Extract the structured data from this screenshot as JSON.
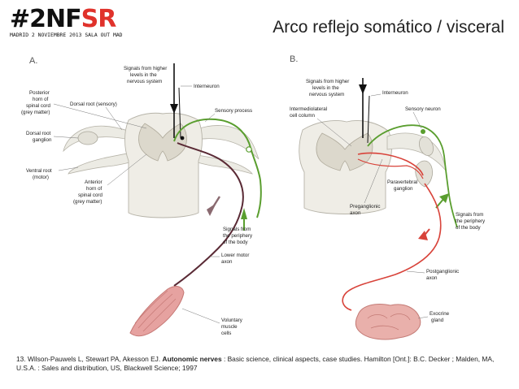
{
  "logo": {
    "prefix": "#2NF",
    "accent": "SR",
    "subtitle": "MADRID 2 NOVIEMBRE 2013 SALA OUT MAD",
    "accent_color": "#e0322b"
  },
  "title": "Arco reflejo somático / visceral",
  "panel_a": {
    "letter": "A.",
    "labels": {
      "signals_line1": "Signals from higher",
      "signals_line2": "levels in the",
      "signals_line3": "nervous system",
      "interneuron": "Interneuron",
      "posterior_line1": "Posterior",
      "posterior_line2": "horn of",
      "posterior_line3": "spinal cord",
      "posterior_line4": "(grey matter)",
      "dorsal_root": "Dorsal root (sensory)",
      "sensory_process": "Sensory process",
      "ganglion_line1": "Dorsal root",
      "ganglion_line2": "ganglion",
      "ventral_line1": "Ventral root",
      "ventral_line2": "(motor)",
      "anterior_line1": "Anterior",
      "anterior_line2": "horn of",
      "anterior_line3": "spinal cord",
      "anterior_line4": "(grey matter)",
      "periphery_line1": "Signals from",
      "periphery_line2": "the periphery",
      "periphery_line3": "of the body",
      "lower_line1": "Lower motor",
      "lower_line2": "axon",
      "muscle_line1": "Voluntary",
      "muscle_line2": "muscle",
      "muscle_line3": "cells"
    }
  },
  "panel_b": {
    "letter": "B.",
    "labels": {
      "signals_line1": "Signals from higher",
      "signals_line2": "levels in the",
      "signals_line3": "nervous system",
      "interneuron": "Interneuron",
      "intermedio_line1": "Intermediolateral",
      "intermedio_line2": "cell column",
      "sensory_neuron": "Sensory neuron",
      "paravertebral_line1": "Paravertebral",
      "paravertebral_line2": "ganglion",
      "preganglionic_line1": "Preganglionic",
      "preganglionic_line2": "axon",
      "periphery_line1": "Signals from",
      "periphery_line2": "the periphery",
      "periphery_line3": "of the body",
      "postganglionic_line1": "Postganglionic",
      "postganglionic_line2": "axon",
      "exocrine_line1": "Exocrine",
      "exocrine_line2": "gland"
    }
  },
  "citation": {
    "prefix": "13. Wilson-Pauwels L, Stewart PA, Akesson EJ.",
    "bold": "Autonomic nerves",
    "suffix": ": Basic science, clinical aspects, case studies. Hamilton [Ont.]: B.C. Decker ; Malden, MA, U.S.A. : Sales and distribution, US, Blackwell Science; 1997"
  },
  "colors": {
    "sensory": "#5a9e2f",
    "motor": "#5a2a35",
    "autonomic": "#d8433a",
    "cord": "#e9e7df",
    "muscle": "#e6a2a0",
    "black": "#111111"
  }
}
